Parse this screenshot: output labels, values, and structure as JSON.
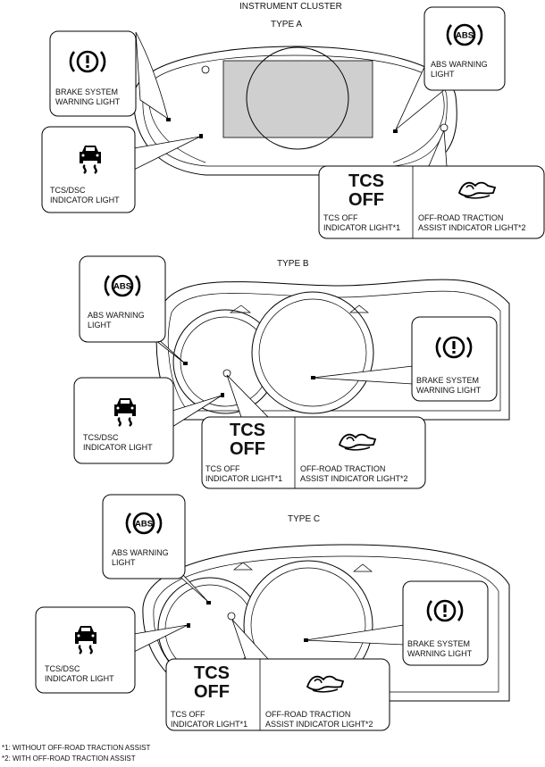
{
  "page_title": "INSTRUMENT CLUSTER",
  "sections": [
    {
      "type_label": "TYPE A",
      "callouts": {
        "brake": "BRAKE SYSTEM\nWARNING LIGHT",
        "abs": "ABS WARNING\nLIGHT",
        "tcs_dsc": "TCS/DSC\nINDICATOR LIGHT",
        "tcs_off_symbol": "TCS\nOFF",
        "tcs_off": "TCS OFF\nINDICATOR LIGHT*1",
        "offroad": "OFF-ROAD TRACTION\nASSIST INDICATOR LIGHT*2"
      }
    },
    {
      "type_label": "TYPE B",
      "callouts": {
        "abs": "ABS WARNING\nLIGHT",
        "brake": "BRAKE SYSTEM\nWARNING LIGHT",
        "tcs_dsc": "TCS/DSC\nINDICATOR LIGHT",
        "tcs_off_symbol": "TCS\nOFF",
        "tcs_off": "TCS OFF\nINDICATOR LIGHT*1",
        "offroad": "OFF-ROAD TRACTION\nASSIST INDICATOR LIGHT*2"
      }
    },
    {
      "type_label": "TYPE C",
      "callouts": {
        "abs": "ABS WARNING\nLIGHT",
        "brake": "BRAKE SYSTEM\nWARNING LIGHT",
        "tcs_dsc": "TCS/DSC\nINDICATOR LIGHT",
        "tcs_off_symbol": "TCS\nOFF",
        "tcs_off": "TCS OFF\nINDICATOR LIGHT*1",
        "offroad": "OFF-ROAD TRACTION\nASSIST INDICATOR LIGHT*2"
      }
    }
  ],
  "footnotes": [
    "*1: WITHOUT OFF-ROAD TRACTION ASSIST",
    "*2: WITH OFF-ROAD TRACTION ASSIST"
  ],
  "icons": {
    "brake": "brake-warning-icon",
    "abs": "abs-warning-icon",
    "tcs_dsc": "skidding-car-icon",
    "offroad": "offroad-traction-icon"
  },
  "abs_symbol_text": "ABS",
  "brake_symbol_text": "!"
}
